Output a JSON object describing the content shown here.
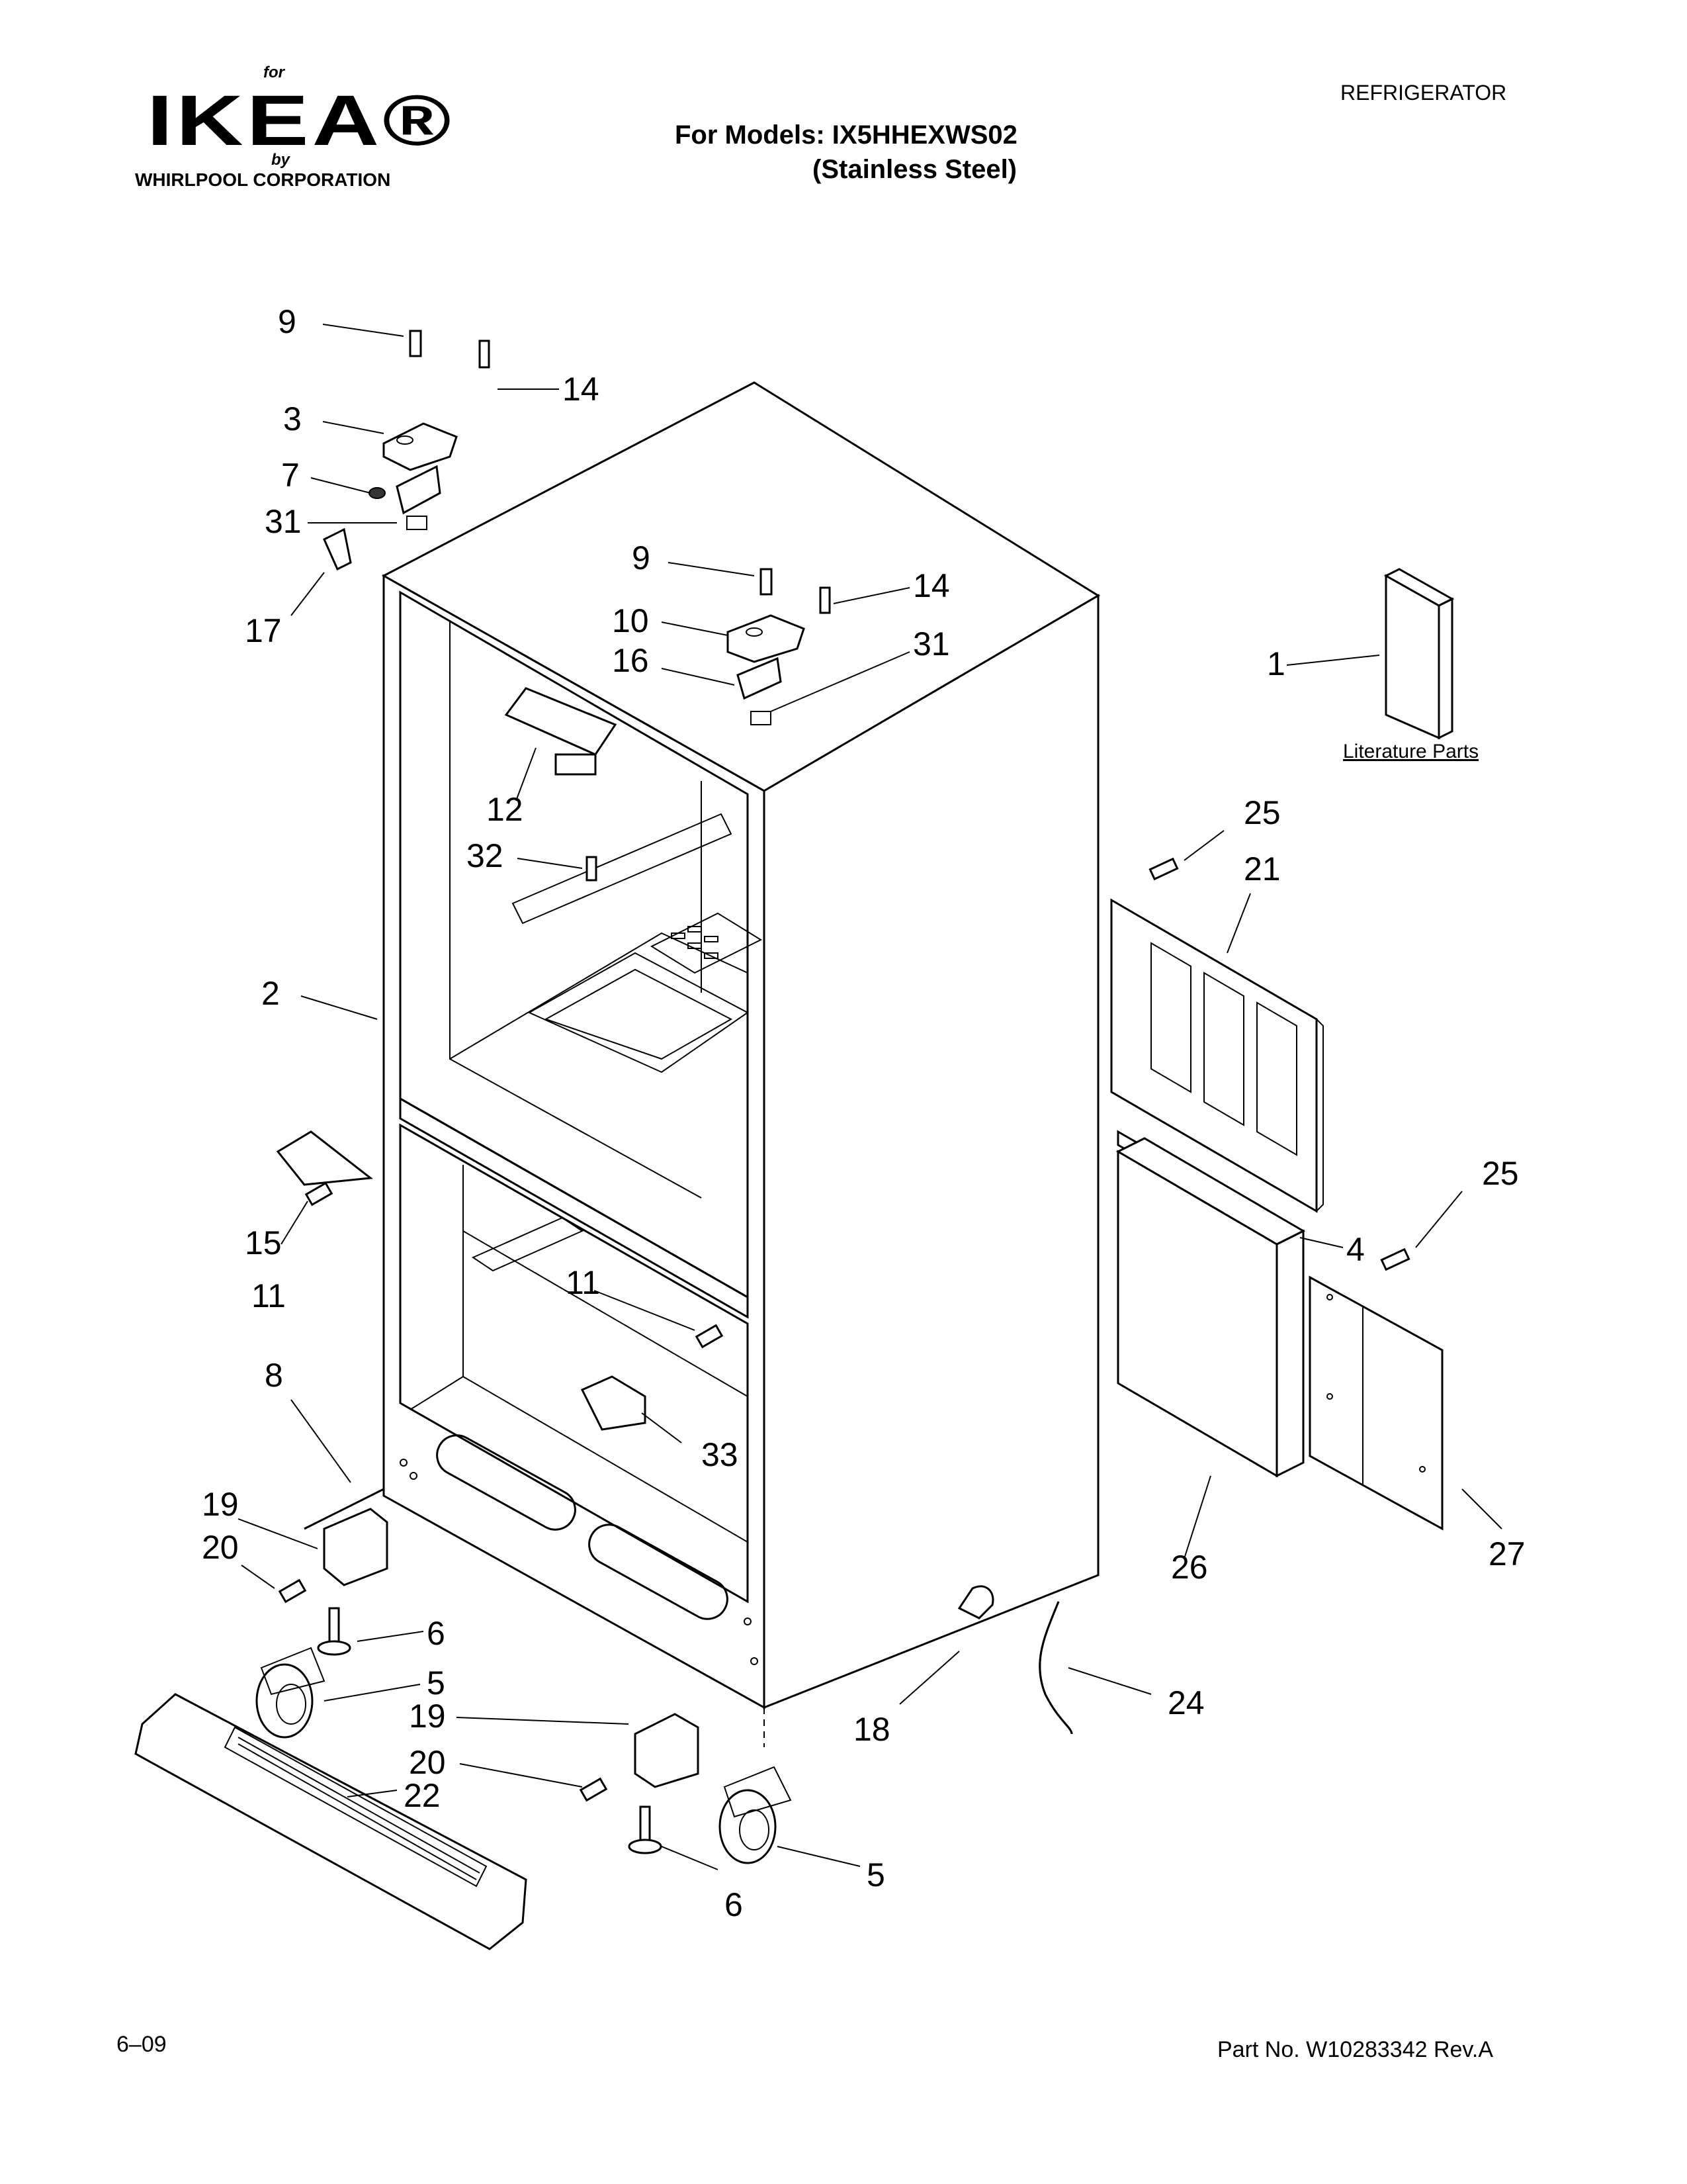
{
  "header": {
    "logo_for": "for",
    "logo_brand": "IKEA®",
    "logo_by": "by",
    "logo_corp": "WHIRLPOOL CORPORATION",
    "doc_type": "REFRIGERATOR",
    "models_line1": "For Models: IX5HHEXWS02",
    "models_line2": "(Stainless Steel)"
  },
  "diagram": {
    "literature_label": "Literature Parts",
    "callouts": {
      "c9a": "9",
      "c14a": "14",
      "c3": "3",
      "c7": "7",
      "c31a": "31",
      "c17": "17",
      "c9b": "9",
      "c14b": "14",
      "c10": "10",
      "c16": "16",
      "c31b": "31",
      "c1": "1",
      "c12": "12",
      "c32": "32",
      "c25a": "25",
      "c21": "21",
      "c2": "2",
      "c15": "15",
      "c11a": "11",
      "c11b": "11",
      "c25b": "25",
      "c4": "4",
      "c8": "8",
      "c33": "33",
      "c19a": "19",
      "c20a": "20",
      "c26": "26",
      "c27": "27",
      "c6a": "6",
      "c5a": "5",
      "c19b": "19",
      "c20b": "20",
      "c18": "18",
      "c24": "24",
      "c22": "22",
      "c5b": "5",
      "c6b": "6"
    }
  },
  "footer": {
    "date": "6–09",
    "part_no": "Part No. W10283342 Rev.A"
  }
}
